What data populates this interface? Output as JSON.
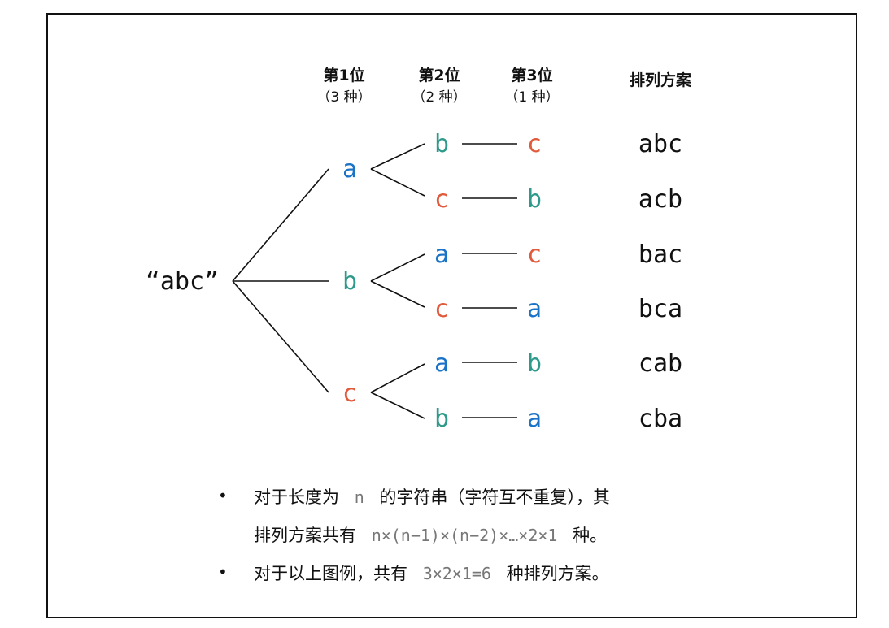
{
  "colors": {
    "a": "#1a73c7",
    "b": "#2e9a8c",
    "c": "#e05a3c",
    "text": "#111111",
    "line": "#111111",
    "code": "#777777"
  },
  "root": "“abc”",
  "headers": [
    {
      "title": "第1位",
      "sub": "（3 种）"
    },
    {
      "title": "第2位",
      "sub": "（2 种）"
    },
    {
      "title": "第3位",
      "sub": "（1 种）"
    },
    {
      "title": "排列方案",
      "sub": ""
    }
  ],
  "tree": [
    {
      "first": "a",
      "children": [
        {
          "second": "b",
          "third": "c",
          "result": "abc"
        },
        {
          "second": "c",
          "third": "b",
          "result": "acb"
        }
      ]
    },
    {
      "first": "b",
      "children": [
        {
          "second": "a",
          "third": "c",
          "result": "bac"
        },
        {
          "second": "c",
          "third": "a",
          "result": "bca"
        }
      ]
    },
    {
      "first": "c",
      "children": [
        {
          "second": "a",
          "third": "b",
          "result": "cab"
        },
        {
          "second": "b",
          "third": "a",
          "result": "cba"
        }
      ]
    }
  ],
  "notes": {
    "line1_pre": "对于长度为",
    "line1_code": "n",
    "line1_post": "的字符串（字符互不重复），其",
    "line2_pre": "排列方案共有",
    "line2_code": "n×(n−1)×(n−2)×…×2×1",
    "line2_post": "种。",
    "line3_pre": "对于以上图例，共有",
    "line3_code": "3×2×1=6",
    "line3_post": "种排列方案。",
    "bullet": "•"
  }
}
